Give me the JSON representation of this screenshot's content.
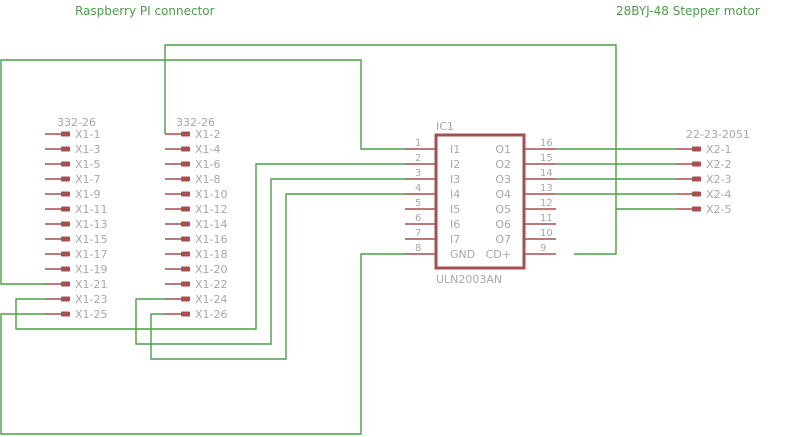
{
  "titles": {
    "left": "Raspberry PI connector",
    "right": "28BYJ-48 Stepper motor"
  },
  "colors": {
    "wire": "#4c9e48",
    "component": "#a54f50",
    "label": "#a8a8a8",
    "background": "#ffffff"
  },
  "header_x1": {
    "part_left": "332-26",
    "part_right": "332-26",
    "odd_pins": [
      "X1-1",
      "X1-3",
      "X1-5",
      "X1-7",
      "X1-9",
      "X1-11",
      "X1-13",
      "X1-15",
      "X1-17",
      "X1-19",
      "X1-21",
      "X1-23",
      "X1-25"
    ],
    "even_pins": [
      "X1-2",
      "X1-4",
      "X1-6",
      "X1-8",
      "X1-10",
      "X1-12",
      "X1-14",
      "X1-16",
      "X1-18",
      "X1-20",
      "X1-22",
      "X1-24",
      "X1-26"
    ]
  },
  "ic1": {
    "ref": "IC1",
    "value": "ULN2003AN",
    "left_pins": [
      {
        "num": "1",
        "name": "I1"
      },
      {
        "num": "2",
        "name": "I2"
      },
      {
        "num": "3",
        "name": "I3"
      },
      {
        "num": "4",
        "name": "I4"
      },
      {
        "num": "5",
        "name": "I5"
      },
      {
        "num": "6",
        "name": "I6"
      },
      {
        "num": "7",
        "name": "I7"
      },
      {
        "num": "8",
        "name": "GND"
      }
    ],
    "right_pins": [
      {
        "num": "16",
        "name": "O1"
      },
      {
        "num": "15",
        "name": "O2"
      },
      {
        "num": "14",
        "name": "O3"
      },
      {
        "num": "13",
        "name": "O4"
      },
      {
        "num": "12",
        "name": "O5"
      },
      {
        "num": "11",
        "name": "O6"
      },
      {
        "num": "10",
        "name": "O7"
      },
      {
        "num": "9",
        "name": "CD+"
      }
    ]
  },
  "header_x2": {
    "part": "22-23-2051",
    "pins": [
      "X2-1",
      "X2-2",
      "X2-3",
      "X2-4",
      "X2-5"
    ]
  },
  "nets": [
    {
      "from": "X1-2",
      "to": "IC1-9 / X2-5"
    },
    {
      "from": "X1-21",
      "to": "IC1-1"
    },
    {
      "from": "X1-23",
      "to": "IC1-2"
    },
    {
      "from": "X1-24",
      "to": "IC1-3"
    },
    {
      "from": "X1-26",
      "to": "IC1-4"
    },
    {
      "from": "X1-25",
      "to": "IC1-8"
    },
    {
      "from": "IC1-16",
      "to": "X2-1"
    },
    {
      "from": "IC1-15",
      "to": "X2-2"
    },
    {
      "from": "IC1-14",
      "to": "X2-3"
    },
    {
      "from": "IC1-13",
      "to": "X2-4"
    }
  ]
}
